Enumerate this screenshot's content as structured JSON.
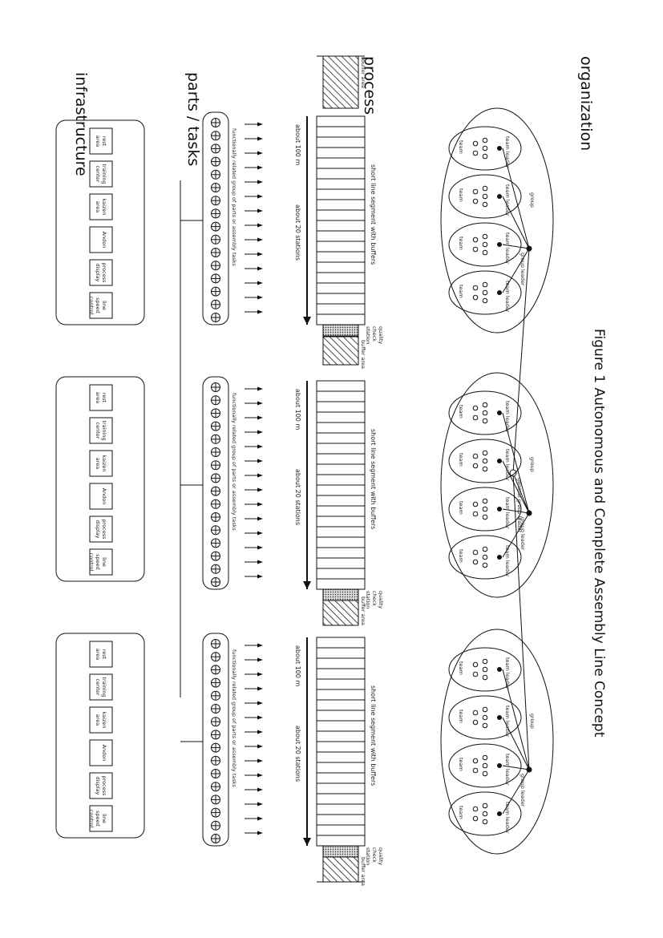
{
  "figure_title": "Figure 1 Autonomous and Complete Assembly Line Concept",
  "layers": {
    "organization": "organization",
    "process": "process",
    "parts_tasks": "parts / tasks",
    "infrastructure": "infrastructure"
  },
  "organization": {
    "general_group_leader": "general group leader",
    "group_label": "group",
    "group_leader": "group leader",
    "team_leader": "team leader",
    "team": "team"
  },
  "process": {
    "buffer_area": "buffer area",
    "segment_length": "about 100 m",
    "segment_stations": "about 20 stations",
    "segment_label": "short line segment with buffers",
    "quality_check": [
      "quality",
      "check",
      "station"
    ]
  },
  "parts": {
    "group_label": "functionally related group of parts or assembly tasks"
  },
  "infrastructure": {
    "items": [
      "rest area",
      "training center",
      "kaizen area",
      "Andon",
      "process display",
      "line speed control"
    ]
  }
}
